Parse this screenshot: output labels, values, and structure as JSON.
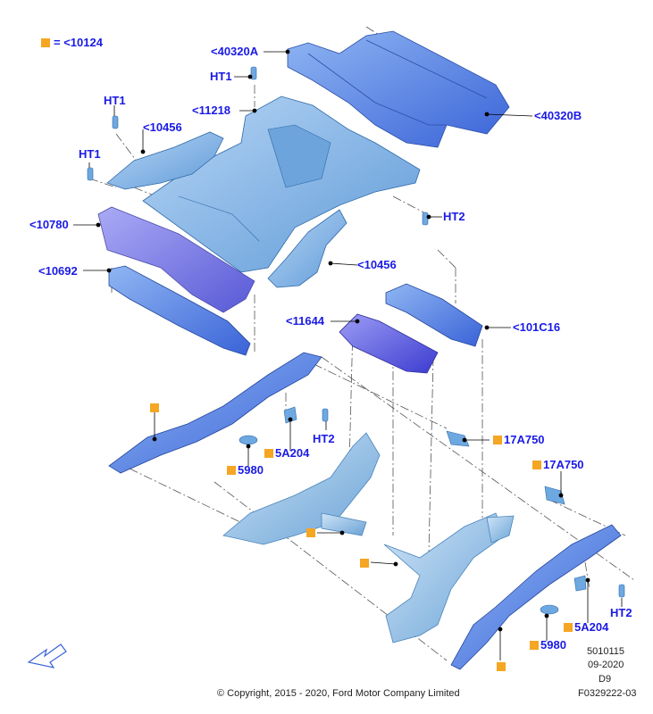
{
  "legend": {
    "text": "= <10124",
    "color": "#f5a623"
  },
  "labels": {
    "l40320A": "<40320A",
    "l40320B": "<40320B",
    "lHT1_a": "HT1",
    "lHT1_b": "HT1",
    "lHT1_c": "HT1",
    "l11218": "<11218",
    "l10456_a": "<10456",
    "l10456_b": "<10456",
    "l10780": "<10780",
    "l10692": "<10692",
    "lHT2_a": "HT2",
    "lHT2_b": "HT2",
    "lHT2_c": "HT2",
    "l11644": "<11644",
    "l101C16": "<101C16",
    "l17A750_a": "17A750",
    "l17A750_b": "17A750",
    "l5A204_a": "5A204",
    "l5A204_b": "5A204",
    "l5980_a": "5980",
    "l5980_b": "5980"
  },
  "footer": {
    "code1": "5010115",
    "date": "09-2020",
    "code2": "D9",
    "ref": "F0329222-03",
    "copyright": "© Copyright, 2015 - 2020, Ford Motor Company Limited"
  },
  "colors": {
    "label": "#1a1ae6",
    "marker": "#f5a623",
    "part_light": "#7fb2e8",
    "part_blue": "#4a7fe0",
    "part_violet": "#5a5ae8"
  }
}
